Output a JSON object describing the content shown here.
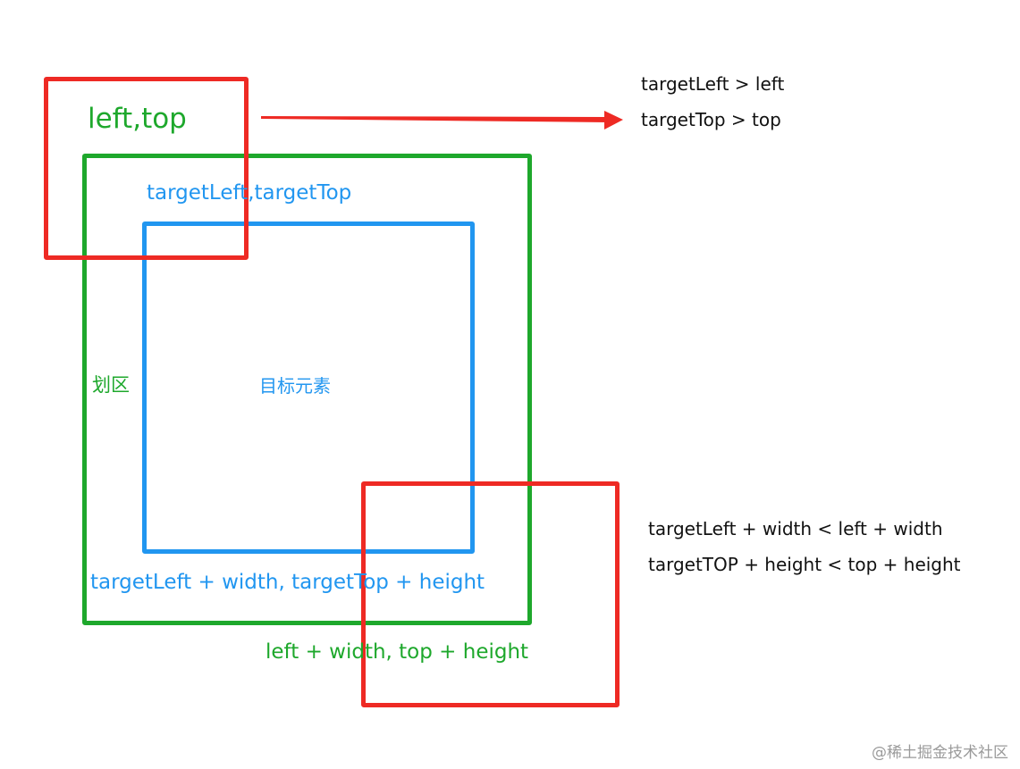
{
  "labels": {
    "left_top": "left,top",
    "target_left_top": "targetLeft,targetTop",
    "zone": "划区",
    "target_element": "目标元素",
    "target_bottom_right": "targetLeft + width, targetTop + height",
    "bottom_right": "left + width, top + height"
  },
  "conditions": {
    "top": [
      "targetLeft > left",
      "targetTop > top"
    ],
    "bottom": [
      "targetLeft + width < left + width",
      "targetTOP + height < top + height"
    ]
  },
  "watermark": "@稀土掘金技术社区",
  "colors": {
    "zone": "#1ea82c",
    "target": "#2196f0",
    "selection": "#ee2a24",
    "text": "#111111"
  }
}
